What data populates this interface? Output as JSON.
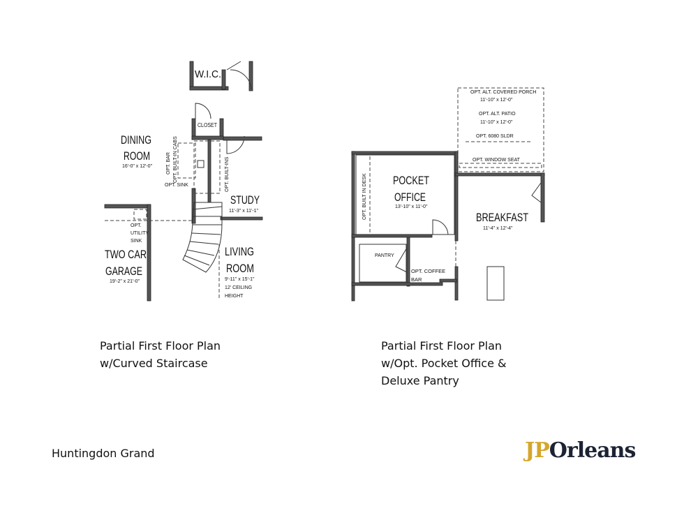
{
  "left_plan": {
    "rooms": {
      "wic": "W.I.C.",
      "closet": "CLOSET",
      "dining_1": "DINING",
      "dining_2": "ROOM",
      "dining_dims": "16'-0\" x 12'-0\"",
      "study": "STUDY",
      "study_dims": "11'-3\" x 11'-1\"",
      "garage_1": "TWO CAR",
      "garage_2": "GARAGE",
      "garage_dims": "19'-2\" x 21'-0\"",
      "living_1": "LIVING",
      "living_2": "ROOM",
      "living_dims": "9'-11\" x 15'-1\"",
      "living_note_1": "12' CEILING",
      "living_note_2": "HEIGHT"
    },
    "options": {
      "bar": "OPT. BAR",
      "built_in_cabs": "OPT. BUILT-IN CABS",
      "sink": "OPT. SINK",
      "built_ins": "OPT. BUILT-INS",
      "utility_1": "OPT.",
      "utility_2": "UTILITY",
      "utility_3": "SINK"
    },
    "caption_1": "Partial First Floor Plan",
    "caption_2": "w/Curved Staircase"
  },
  "right_plan": {
    "rooms": {
      "office_1": "POCKET",
      "office_2": "OFFICE",
      "office_dims": "13'-10\" x 11'-0\"",
      "breakfast": "BREAKFAST",
      "breakfast_dims": "11'-4\" x 12'-4\"",
      "pantry": "PANTRY"
    },
    "options": {
      "porch": "OPT. ALT. COVERED PORCH",
      "porch_dims": "11'-10\" x 12'-0\"",
      "patio": "OPT. ALT. PATIO",
      "patio_dims": "11'-10\" x 12'-0\"",
      "sldr": "OPT. 6080 SLDR",
      "window_seat": "OPT. WINDOW SEAT",
      "desk": "OPT. BUILT IN DESK",
      "coffee_1": "OPT. COFFEE",
      "coffee_2": "BAR"
    },
    "caption_1": "Partial First Floor Plan",
    "caption_2": "w/Opt. Pocket Office &",
    "caption_3": "Deluxe Pantry"
  },
  "footer": {
    "model_name": "Huntingdon Grand",
    "logo_part_1": "JP",
    "logo_part_2": "Orleans"
  },
  "colors": {
    "logo_gold": "#d4a72c",
    "logo_navy": "#1c2333"
  }
}
